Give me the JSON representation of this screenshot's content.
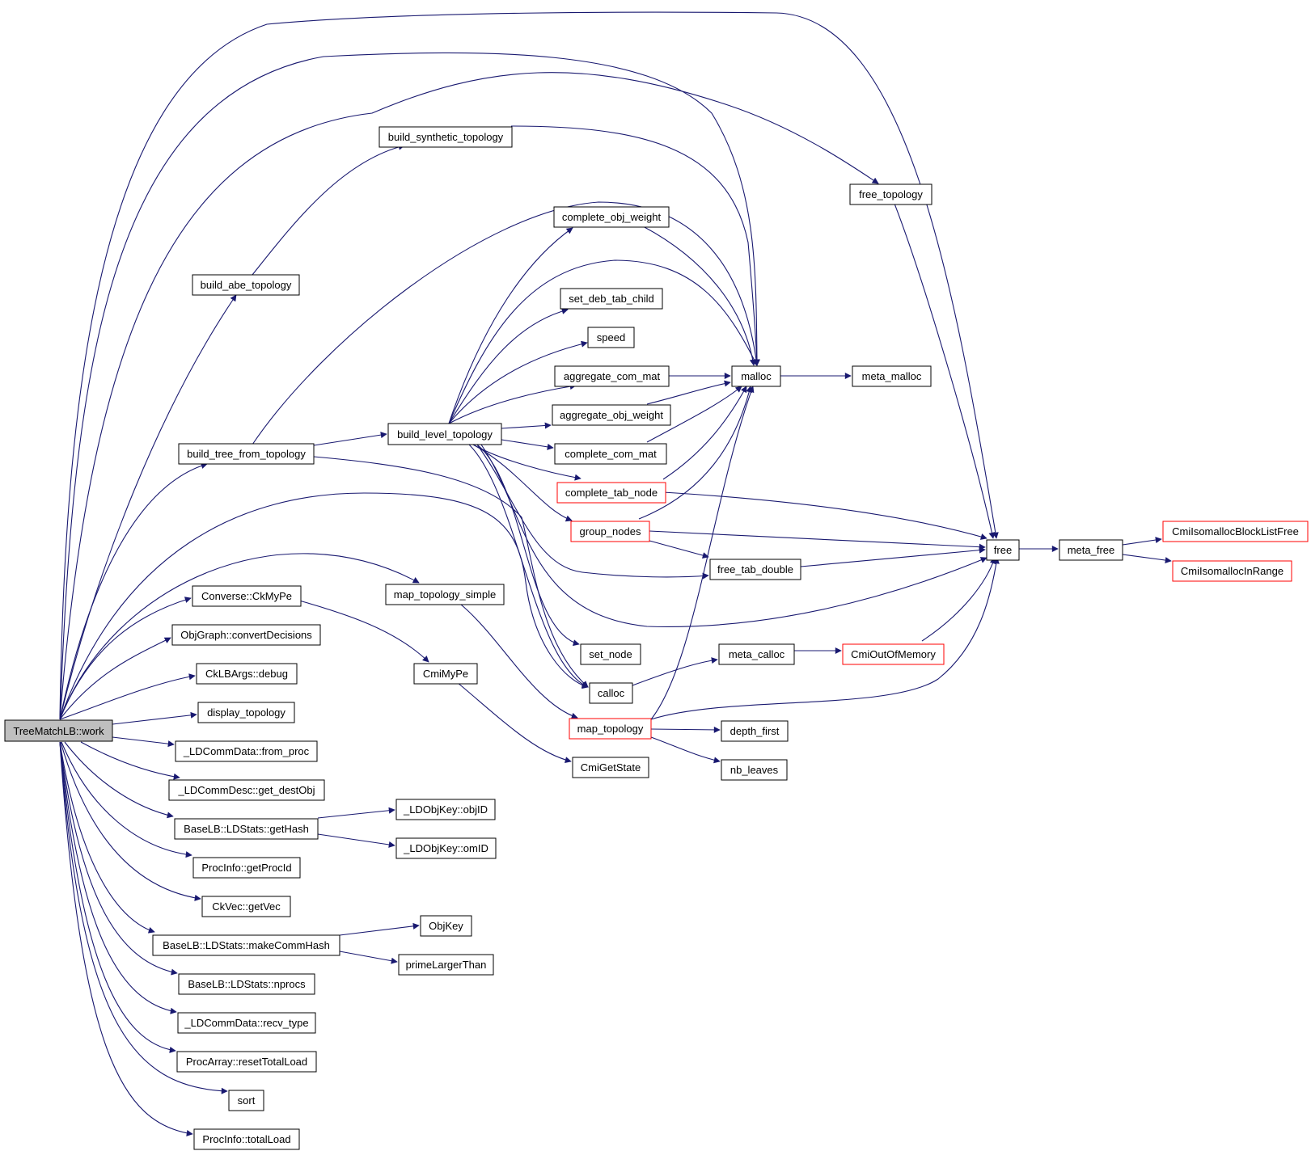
{
  "title": "TreeMatchLB::work call graph",
  "colors": {
    "edge": "#191970",
    "border": "#000000",
    "external_border": "#ff0000",
    "root_fill": "#bfbfbf"
  },
  "nodes": [
    {
      "id": "work",
      "label": "TreeMatchLB::work",
      "kind": "root"
    },
    {
      "id": "build_synthetic_topology",
      "label": "build_synthetic_topology",
      "kind": "normal"
    },
    {
      "id": "free_topology",
      "label": "free_topology",
      "kind": "normal"
    },
    {
      "id": "complete_obj_weight",
      "label": "complete_obj_weight",
      "kind": "normal"
    },
    {
      "id": "build_abe_topology",
      "label": "build_abe_topology",
      "kind": "normal"
    },
    {
      "id": "set_deb_tab_child",
      "label": "set_deb_tab_child",
      "kind": "normal"
    },
    {
      "id": "speed",
      "label": "speed",
      "kind": "normal"
    },
    {
      "id": "aggregate_com_mat",
      "label": "aggregate_com_mat",
      "kind": "normal"
    },
    {
      "id": "malloc",
      "label": "malloc",
      "kind": "normal"
    },
    {
      "id": "meta_malloc",
      "label": "meta_malloc",
      "kind": "normal"
    },
    {
      "id": "aggregate_obj_weight",
      "label": "aggregate_obj_weight",
      "kind": "normal"
    },
    {
      "id": "build_level_topology",
      "label": "build_level_topology",
      "kind": "normal"
    },
    {
      "id": "build_tree_from_topology",
      "label": "build_tree_from_topology",
      "kind": "normal"
    },
    {
      "id": "complete_com_mat",
      "label": "complete_com_mat",
      "kind": "normal"
    },
    {
      "id": "complete_tab_node",
      "label": "complete_tab_node",
      "kind": "external"
    },
    {
      "id": "group_nodes",
      "label": "group_nodes",
      "kind": "external"
    },
    {
      "id": "free",
      "label": "free",
      "kind": "normal"
    },
    {
      "id": "meta_free",
      "label": "meta_free",
      "kind": "normal"
    },
    {
      "id": "CmiIsomallocBlockListFree",
      "label": "CmiIsomallocBlockListFree",
      "kind": "external"
    },
    {
      "id": "CmiIsomallocInRange",
      "label": "CmiIsomallocInRange",
      "kind": "external"
    },
    {
      "id": "free_tab_double",
      "label": "free_tab_double",
      "kind": "normal"
    },
    {
      "id": "map_topology_simple",
      "label": "map_topology_simple",
      "kind": "normal"
    },
    {
      "id": "Converse_CkMyPe",
      "label": "Converse::CkMyPe",
      "kind": "normal"
    },
    {
      "id": "ObjGraph_convertDecisions",
      "label": "ObjGraph::convertDecisions",
      "kind": "normal"
    },
    {
      "id": "set_node",
      "label": "set_node",
      "kind": "normal"
    },
    {
      "id": "meta_calloc",
      "label": "meta_calloc",
      "kind": "normal"
    },
    {
      "id": "CmiOutOfMemory",
      "label": "CmiOutOfMemory",
      "kind": "external"
    },
    {
      "id": "CmiMyPe",
      "label": "CmiMyPe",
      "kind": "normal"
    },
    {
      "id": "CkLBArgs_debug",
      "label": "CkLBArgs::debug",
      "kind": "normal"
    },
    {
      "id": "calloc",
      "label": "calloc",
      "kind": "normal"
    },
    {
      "id": "display_topology",
      "label": "display_topology",
      "kind": "normal"
    },
    {
      "id": "map_topology",
      "label": "map_topology",
      "kind": "external"
    },
    {
      "id": "depth_first",
      "label": "depth_first",
      "kind": "normal"
    },
    {
      "id": "LDCommData_from_proc",
      "label": "_LDCommData::from_proc",
      "kind": "normal"
    },
    {
      "id": "CmiGetState",
      "label": "CmiGetState",
      "kind": "normal"
    },
    {
      "id": "nb_leaves",
      "label": "nb_leaves",
      "kind": "normal"
    },
    {
      "id": "LDCommDesc_get_destObj",
      "label": "_LDCommDesc::get_destObj",
      "kind": "normal"
    },
    {
      "id": "LDObjKey_objID",
      "label": "_LDObjKey::objID",
      "kind": "normal"
    },
    {
      "id": "BaseLB_getHash",
      "label": "BaseLB::LDStats::getHash",
      "kind": "normal"
    },
    {
      "id": "LDObjKey_omID",
      "label": "_LDObjKey::omID",
      "kind": "normal"
    },
    {
      "id": "ProcInfo_getProcId",
      "label": "ProcInfo::getProcId",
      "kind": "normal"
    },
    {
      "id": "CkVec_getVec",
      "label": "CkVec::getVec",
      "kind": "normal"
    },
    {
      "id": "ObjKey",
      "label": "ObjKey",
      "kind": "normal"
    },
    {
      "id": "BaseLB_makeCommHash",
      "label": "BaseLB::LDStats::makeCommHash",
      "kind": "normal"
    },
    {
      "id": "primeLargerThan",
      "label": "primeLargerThan",
      "kind": "normal"
    },
    {
      "id": "BaseLB_nprocs",
      "label": "BaseLB::LDStats::nprocs",
      "kind": "normal"
    },
    {
      "id": "LDCommData_recv_type",
      "label": "_LDCommData::recv_type",
      "kind": "normal"
    },
    {
      "id": "ProcArray_resetTotalLoad",
      "label": "ProcArray::resetTotalLoad",
      "kind": "normal"
    },
    {
      "id": "sort",
      "label": "sort",
      "kind": "normal"
    },
    {
      "id": "ProcInfo_totalLoad",
      "label": "ProcInfo::totalLoad",
      "kind": "normal"
    }
  ]
}
